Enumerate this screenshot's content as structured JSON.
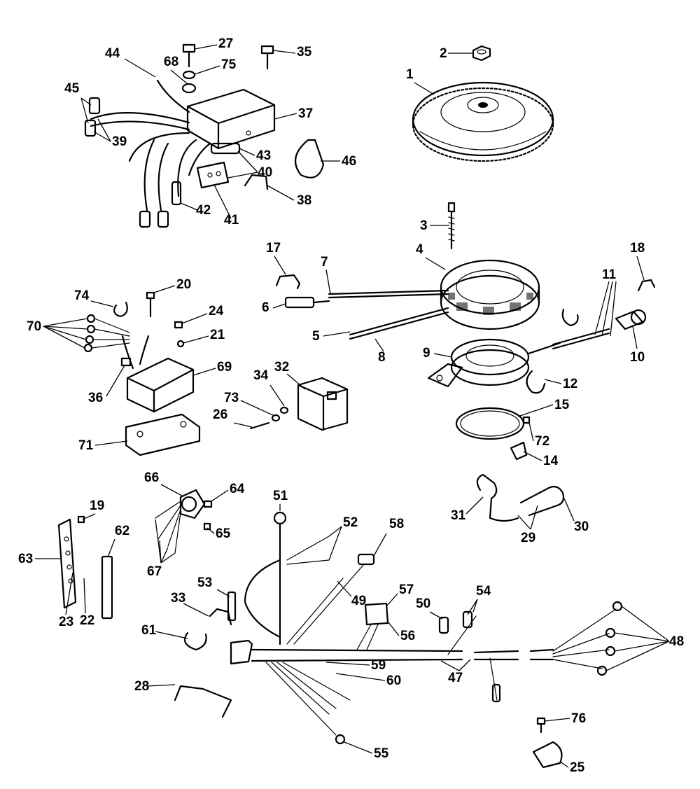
{
  "callouts": [
    "1",
    "2",
    "3",
    "4",
    "5",
    "6",
    "7",
    "8",
    "9",
    "10",
    "11",
    "12",
    "14",
    "15",
    "17",
    "18",
    "19",
    "20",
    "21",
    "22",
    "23",
    "24",
    "25",
    "26",
    "27",
    "28",
    "29",
    "30",
    "31",
    "32",
    "33",
    "34",
    "35",
    "36",
    "37",
    "38",
    "39",
    "40",
    "41",
    "42",
    "43",
    "44",
    "45",
    "46",
    "47",
    "48",
    "49",
    "50",
    "51",
    "52",
    "53",
    "54",
    "55",
    "56",
    "57",
    "58",
    "59",
    "60",
    "61",
    "62",
    "63",
    "64",
    "65",
    "66",
    "67",
    "68",
    "69",
    "70",
    "71",
    "72",
    "73",
    "74",
    "75",
    "76"
  ]
}
